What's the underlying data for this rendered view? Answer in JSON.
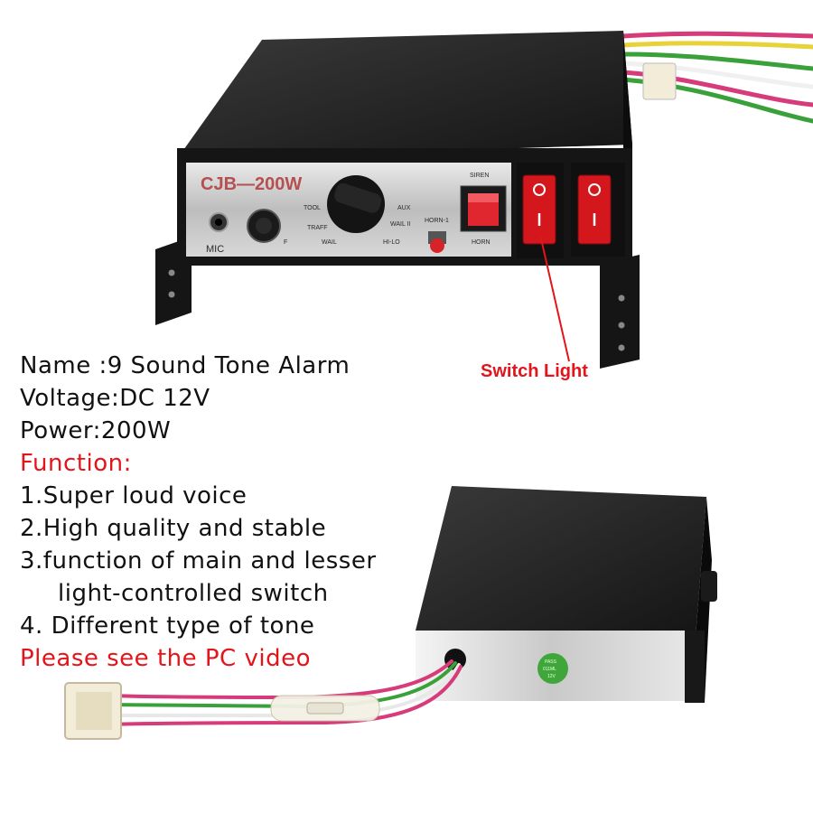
{
  "specs": {
    "name": "Name :9 Sound Tone Alarm",
    "voltage": "Voltage:DC 12V",
    "power": "Power:200W",
    "function_heading": "Function:",
    "item1": "1.Super loud voice",
    "item2": "2.High quality and stable",
    "item3a": "3.function of main and lesser",
    "item3b": "light-controlled switch",
    "item4": "4. Different type of tone",
    "note": "Please see the PC video"
  },
  "callout": {
    "label": "Switch Light"
  },
  "panel": {
    "brand": "CJB—200W",
    "mic": "MIC",
    "off": "F",
    "tool": "TOOL",
    "traffic": "TRAFF",
    "wail": "WAIL",
    "aux": "AUX",
    "wail2": "WAIL II",
    "hilo": "HI-LO",
    "horn1": "HORN-1",
    "siren": "SIREN",
    "horn": "HORN"
  },
  "rear": {
    "sticker_pass": "PASS",
    "sticker_code": "011ML",
    "sticker_num": "12V"
  },
  "colors": {
    "accent_red": "#e3141a",
    "switch_red": "#e0262e",
    "box_black": "#1b1b1b",
    "sticker_green": "#3fa63a"
  }
}
